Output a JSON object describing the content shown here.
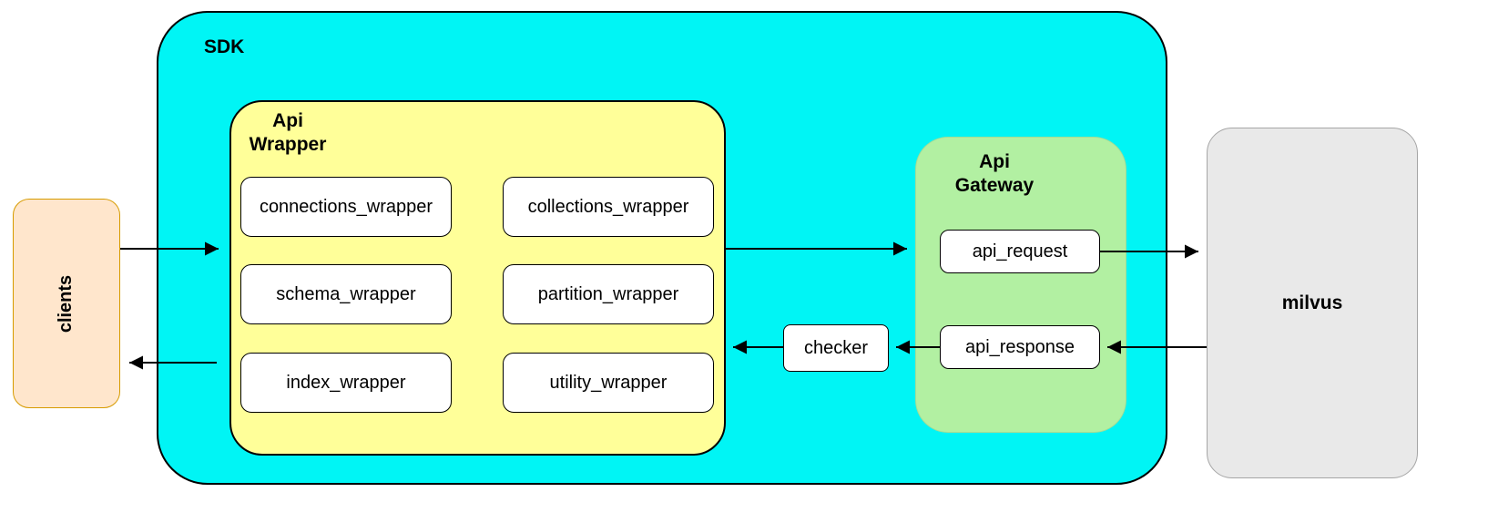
{
  "nodes": {
    "clients": {
      "label": "clients"
    },
    "sdk": {
      "label": "SDK"
    },
    "api_wrapper": {
      "label": "Api\nWrapper",
      "children": [
        {
          "id": "connections_wrapper",
          "label": "connections_wrapper"
        },
        {
          "id": "collections_wrapper",
          "label": "collections_wrapper"
        },
        {
          "id": "schema_wrapper",
          "label": "schema_wrapper"
        },
        {
          "id": "partition_wrapper",
          "label": "partition_wrapper"
        },
        {
          "id": "index_wrapper",
          "label": "index_wrapper"
        },
        {
          "id": "utility_wrapper",
          "label": "utility_wrapper"
        }
      ]
    },
    "checker": {
      "label": "checker"
    },
    "api_gateway": {
      "label": "Api\nGateway",
      "children": [
        {
          "id": "api_request",
          "label": "api_request"
        },
        {
          "id": "api_response",
          "label": "api_response"
        }
      ]
    },
    "milvus": {
      "label": "milvus"
    }
  },
  "edges": [
    {
      "from": "clients",
      "to": "api_wrapper"
    },
    {
      "from": "sdk",
      "to": "clients"
    },
    {
      "from": "api_wrapper",
      "to": "api_gateway"
    },
    {
      "from": "api_request",
      "to": "milvus"
    },
    {
      "from": "milvus",
      "to": "api_response"
    },
    {
      "from": "api_response",
      "to": "checker"
    },
    {
      "from": "checker",
      "to": "api_wrapper"
    }
  ],
  "colors": {
    "sdk": "#00f5f5",
    "api_wrapper": "#ffff99",
    "api_gateway": "#b2f0a2",
    "clients": "#ffe6cc",
    "milvus": "#e9e9e9",
    "node_bg": "#ffffff",
    "stroke": "#000000"
  }
}
